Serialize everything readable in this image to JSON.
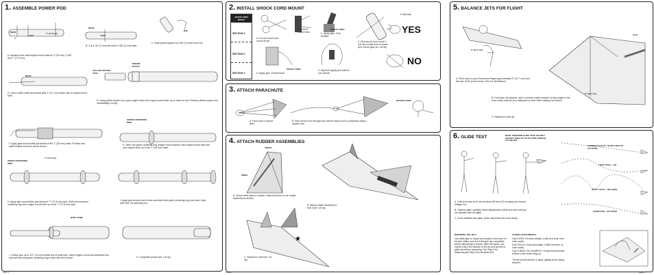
{
  "p1": {
    "num": "1.",
    "title": "ASSEMBLE POWER POD",
    "steps": {
      "a": "A. Measure and mark engine mount tube at 1\" (25 mm), 2-3/8\" and 7\" (17.8 cm).",
      "b": "B. Cut a 1/8\" (3 mm) slit at the 2-3/8\" (6 cm) mark.",
      "c": "C. Mark yellow spacer tool 3/8\" (10 mm) from end.",
      "d": "D. Use a cotton swab and smear glue 2\" (5.1 cm) inside rear of engine mount tube.",
      "e": "E. Using yellow spacer tool, push engine block into engine mount tube, up to mark on tool. Remove yellow spacer tool immediately! Let dry.",
      "f": "F. Apply glue around tube just ahead of the 1\" (25 mm) mark. Position and insert engine hook into slit as shown.",
      "g": "G. Slide one green centering ring (engine hook retainer) onto engine mount tube and over engine hook up to the 1\" (25 mm) mark.",
      "h": "H. Apply glue around tube just ahead of 7\" (17.8 cm) mark. Slide second green centering ring onto engine mount tube up to the 7\" (17.8 cm) mark.",
      "i": "I. Apply glue around end of tube and slide third green centering ring onto tube, flush with end. Let assembly dry.",
      "j": "J. Smear glue up to 1/2\" (13 mm) inside end of body tube. Insert engine mount sub-assembly into tube until second green centering ring is flush with end of tube.",
      "k": "K. Completed power pod. Let dry."
    },
    "labels": {
      "rear1": "REAR",
      "rear2": "REAR",
      "rear3": "REAR",
      "m1": "1\"",
      "m2": "2-3/8\"",
      "m3": "7\" (17.8 cm)",
      "m4": "2-3/8\"",
      "m5": "3/8\"",
      "spacer": "YELLOW SPACER TOOL",
      "block": "ENGINE BLOCK",
      "green1": "GREEN CENTERING RING",
      "green2": "GREEN CENTERING RING",
      "m7": "7\" (17.8 cm)",
      "body": "BODY TUBE"
    },
    "page": "page 2"
  },
  "p2": {
    "num": "2.",
    "title": "INSTALL SHOCK CORD MOUNT",
    "mount_label": "SHOCK CORD MOUNT",
    "sections": [
      "SECTION 3",
      "SECTION 2",
      "SECTION 1"
    ],
    "steps": {
      "a": "A. Cut out shock cord mount at line.",
      "b": "B. Fold at dotted lines.",
      "c": "C. Apply glue. Fold forward.",
      "d": "D. Apply glue. Fold forward.",
      "e": "E. Squeeze tightly and hold for one minute.",
      "f": "F. Glue shock cord mount 1\" (25 mm) inside front of power pod. Insure glue set. Let dry."
    },
    "labels": {
      "cord": "SHOCK CORD",
      "cord2": "SHOCK CORD",
      "inch": "1\" (25 mm)"
    },
    "yes": "YES",
    "no": "NO"
  },
  "p3": {
    "num": "3.",
    "title": "ATTACH PARACHUTE",
    "steps": {
      "a": "A. Form loop in shroud lines.",
      "b": "B. Pass shock cord through loop and tie shock cord to parachute using a double knot."
    },
    "labels": {
      "knot": "DOUBLE KNOT"
    }
  },
  "p4": {
    "num": "4.",
    "title": "ATTACH RUDDER ASSEMBLIES",
    "steps": {
      "a": "A. Smear white glue on bottom, sides and front of one rudder assembly as shown.",
      "b": "B. Attach rudder assembly to rear of jet. Let dry.",
      "c": "C. Repeat for other jet. Let dry."
    },
    "labels": {
      "front": "FRONT",
      "sides": "SIDES"
    },
    "page": "page 3"
  },
  "p5": {
    "num": "5.",
    "title": "BALANCE JETS FOR FLIGHT",
    "steps": {
      "a": "A. Place a jet on your thumb and finger approximately 5\" (12.7 cm) from the rear of the jet as shown. See if it will balance.",
      "b": "B. If jet does not balance, add or remove small amounts of clay weight to the nose cavity until the jet is balanced or level while holding it as shown.",
      "c": "C. Repeat for other jet."
    },
    "labels": {
      "clay": "CLAY",
      "dim1": "5\" (12.7 cm)",
      "dim2": "5\" (12.7 cm)"
    }
  },
  "p6": {
    "num": "6.",
    "title": "GLIDE TEST",
    "note": "NOTE: PERFORM GLIDE TEST ON SOFT GRASSY AREA SO AS TO LIMIT DAMAGE TO THE JET.",
    "flights": [
      "CORRECT FLIGHT - SLOW LOSS OF ALTITUDE",
      "LIGHT STALL - OK",
      "HEAVY STALL - NO GOOD",
      "STEEP DIVE - NO GOOD"
    ],
    "steps": {
      "a": "A. Hold jet at eye level, arm at about 60 feet (15 m) away and toss jet straight out.",
      "b": "B. Observe glide carefully. Make adjustments a little at a time until you are satisfied with the glide.",
      "c": "C. Once satisfied with glide, press clay firmly into nose cavity."
    },
    "repair_title": "REPAIRING THE JETS",
    "repair_text": "Use white glue to repair any breaks in the foam on the jets. Make sure to let the glue dry completely before attempting to launch. After the repair, you should check the balance of the jet and perform a glide test before launching. See Step 5 for balancing and Step 6 for the glide test.",
    "adj_title": "GLIDER ADJUSTMENTS:",
    "adj": [
      "If jet DIVES: Remove weight, a little at a time, from nose cavity.",
      "If jet STALLS: Add clay weight, a little at a time, to nose cavity.",
      "If jet TURNS TOO SHARPLY: Gently bend elevator section of the down wing up.",
      "The jet should perform a large, gliding circle during descent."
    ],
    "page": "page 4"
  }
}
